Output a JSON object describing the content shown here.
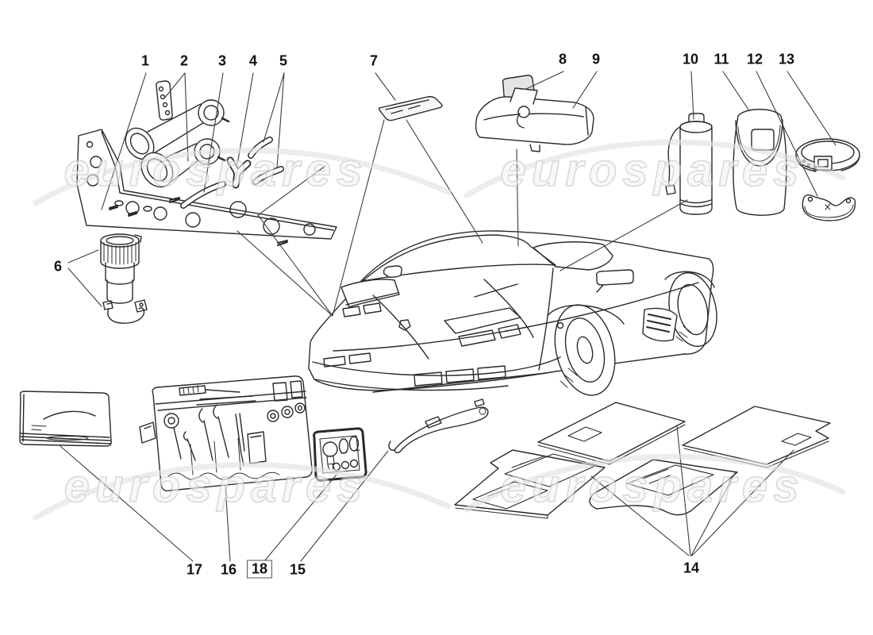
{
  "watermark": {
    "text": "eurospares"
  },
  "callouts": {
    "c1": "1",
    "c2": "2",
    "c3": "3",
    "c4": "4",
    "c5": "5",
    "c6": "6",
    "c7": "7",
    "c8": "8",
    "c9": "9",
    "c10": "10",
    "c11": "11",
    "c12": "12",
    "c13": "13",
    "c14": "14",
    "c15": "15",
    "c16": "16",
    "c17": "17",
    "c18": "18"
  },
  "colors": {
    "ink": "#2a2a2a",
    "leader": "#3d3d3d",
    "watermark_fill": "#f4f4f4",
    "watermark_stroke": "#c3c3c3",
    "swoosh": "#e2e2e2",
    "pad_shade": "#e4e4e4"
  }
}
